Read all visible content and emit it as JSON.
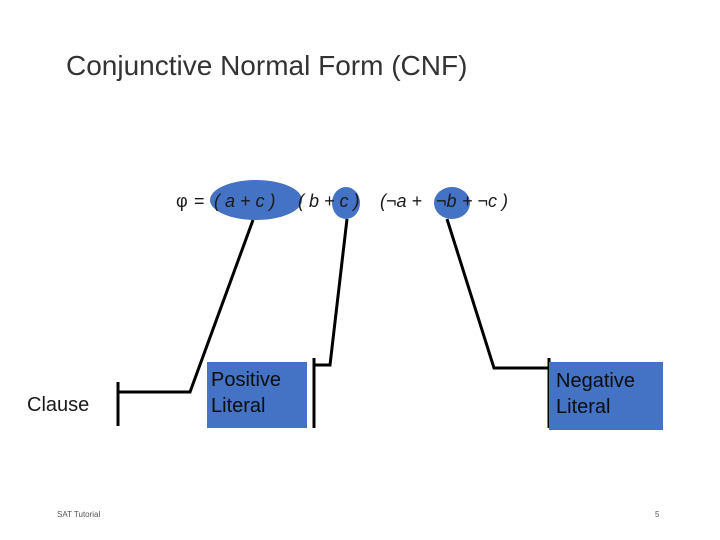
{
  "slide": {
    "title": "Conjunctive Normal Form (CNF)",
    "footer_left": "SAT Tutorial",
    "page_number": "5"
  },
  "formula": {
    "phi": "φ",
    "equals": "=",
    "clause1": "( a + c )",
    "clause2": "( b + c )",
    "clause3_open": "(¬a +",
    "clause3_mid": "¬b",
    "clause3_close": "+ ¬c )"
  },
  "labels": {
    "clause": "Clause",
    "positive_line1": "Positive",
    "positive_line2": "Literal",
    "negative_line1": "Negative",
    "negative_line2": "Literal"
  },
  "colors": {
    "highlight": "#4472c4",
    "connector": "#000000"
  }
}
